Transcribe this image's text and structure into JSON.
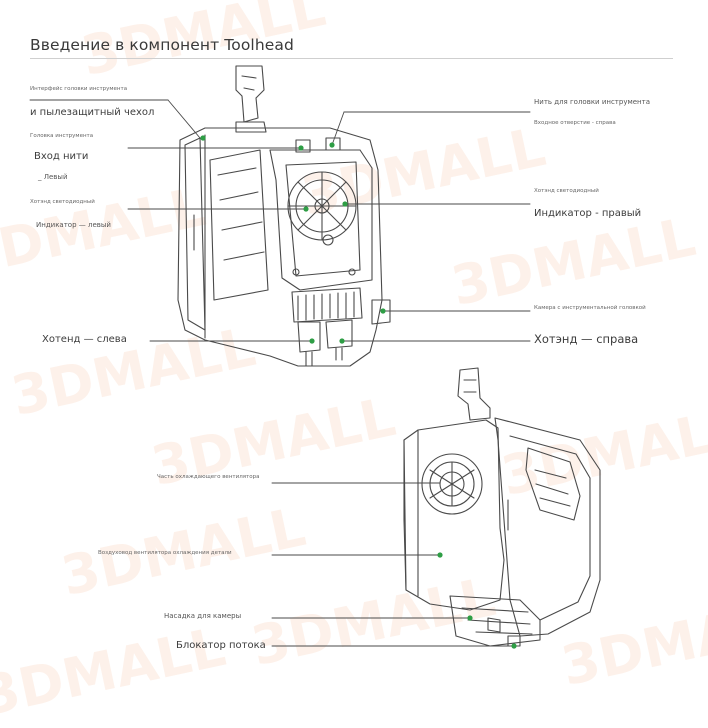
{
  "title": "Введение в компонент Toolhead",
  "watermark": "3DMALL",
  "colors": {
    "accent": "#2e9e45",
    "line": "#4a4a4a",
    "text": "#3c3c3c"
  },
  "labels": {
    "interface_small": "Интерфейс головки инструмента",
    "interface_big": "и пылезащитный чехол",
    "inlet_small": "Головка инструмента",
    "inlet_big": "Вход нити",
    "inlet_left": "_ Левый",
    "led_left_small": "Хотэнд светодиодный",
    "led_left_big": "Индикатор — левый",
    "hotend_left": "Хотенд — слева",
    "filament_right": "Нить для головки инструмента",
    "inlet_right_small": "Входное отверстие - справа",
    "led_right_small": "Хотэнд светодиодный",
    "led_right_big": "Индикатор - правый",
    "camera_small": "Камера с инструментальной головкой",
    "hotend_right": "Хотэнд — справа",
    "fan_part": "Часть охлаждающего вентилятора",
    "duct": "Воздуховод вентилятора охлаждения детали",
    "camera_nozzle": "Насадка для камеры",
    "flow_blocker": "Блокатор потока"
  }
}
